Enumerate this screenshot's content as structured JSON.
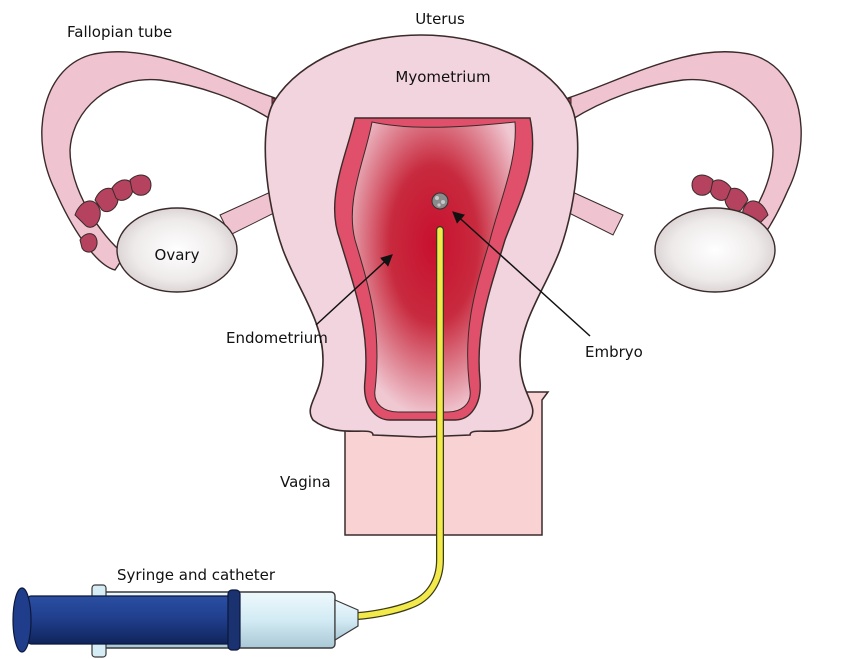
{
  "labels": {
    "uterus": "Uterus",
    "fallopian_tube": "Fallopian tube",
    "myometrium": "Myometrium",
    "ovary": "Ovary",
    "endometrium": "Endometrium",
    "embryo": "Embryo",
    "vagina": "Vagina",
    "syringe": "Syringe and catheter"
  },
  "colors": {
    "tissue": "#f2d4de",
    "tube": "#efc4d0",
    "tube_dark": "#b5435f",
    "endometrium": "#e0506a",
    "cavity_center": "#c8102e",
    "ovary": "#e6e0e0",
    "vagina": "#f9d3d3",
    "catheter": "#f2ea4a",
    "syringe_barrel": "#d6edf5",
    "plunger": "#1f3d8a"
  }
}
